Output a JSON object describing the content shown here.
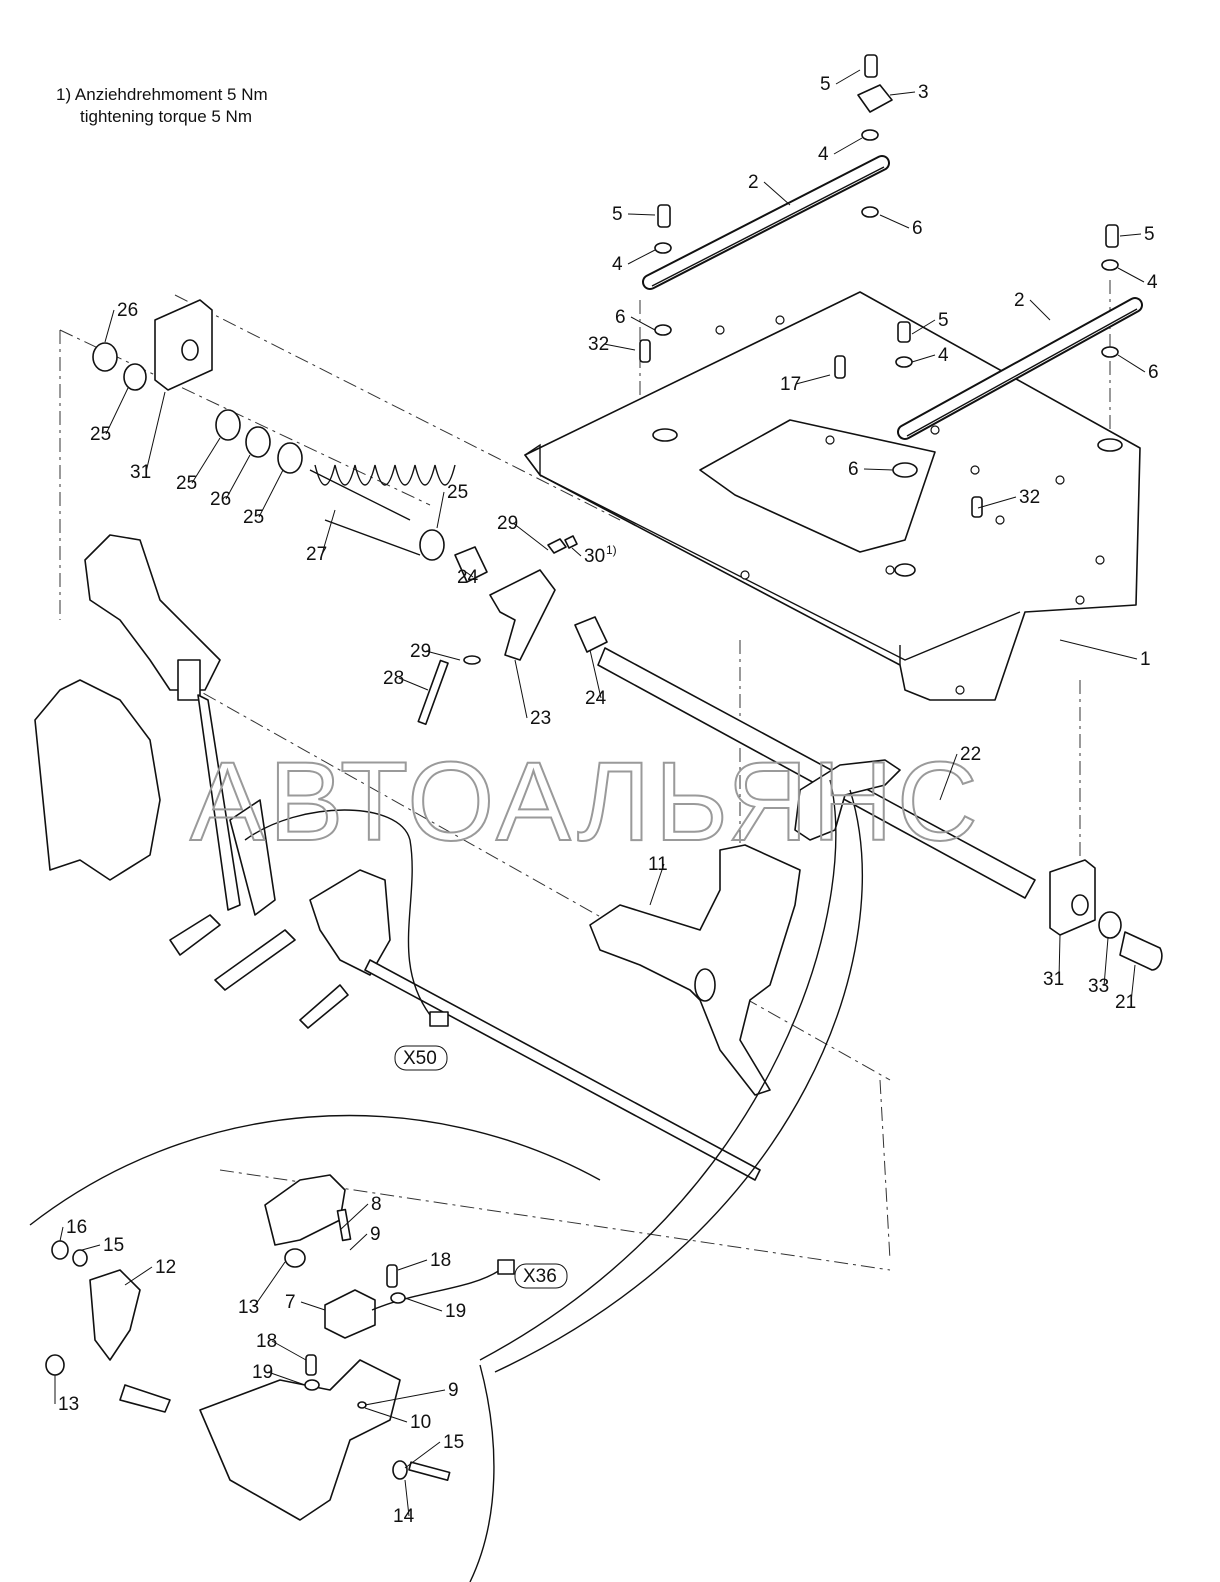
{
  "note": {
    "line1": "1) Anziehdrehmoment 5 Nm",
    "line2": "tightening torque 5 Nm"
  },
  "watermark": "АВТОАЛЬЯНС",
  "callouts": [
    "5",
    "3",
    "4",
    "2",
    "5",
    "6",
    "4",
    "5",
    "4",
    "2",
    "6",
    "32",
    "5",
    "4",
    "17",
    "6",
    "26",
    "25",
    "31",
    "25",
    "26",
    "25",
    "25",
    "29",
    "27",
    "30",
    "24",
    "6",
    "32",
    "29",
    "28",
    "23",
    "24",
    "1",
    "22",
    "11",
    "31",
    "33",
    "21",
    "X50",
    "8",
    "9",
    "18",
    "X36",
    "16",
    "15",
    "12",
    "13",
    "7",
    "19",
    "18",
    "19",
    "9",
    "10",
    "13",
    "15",
    "14"
  ],
  "footnote_mark": "1)"
}
